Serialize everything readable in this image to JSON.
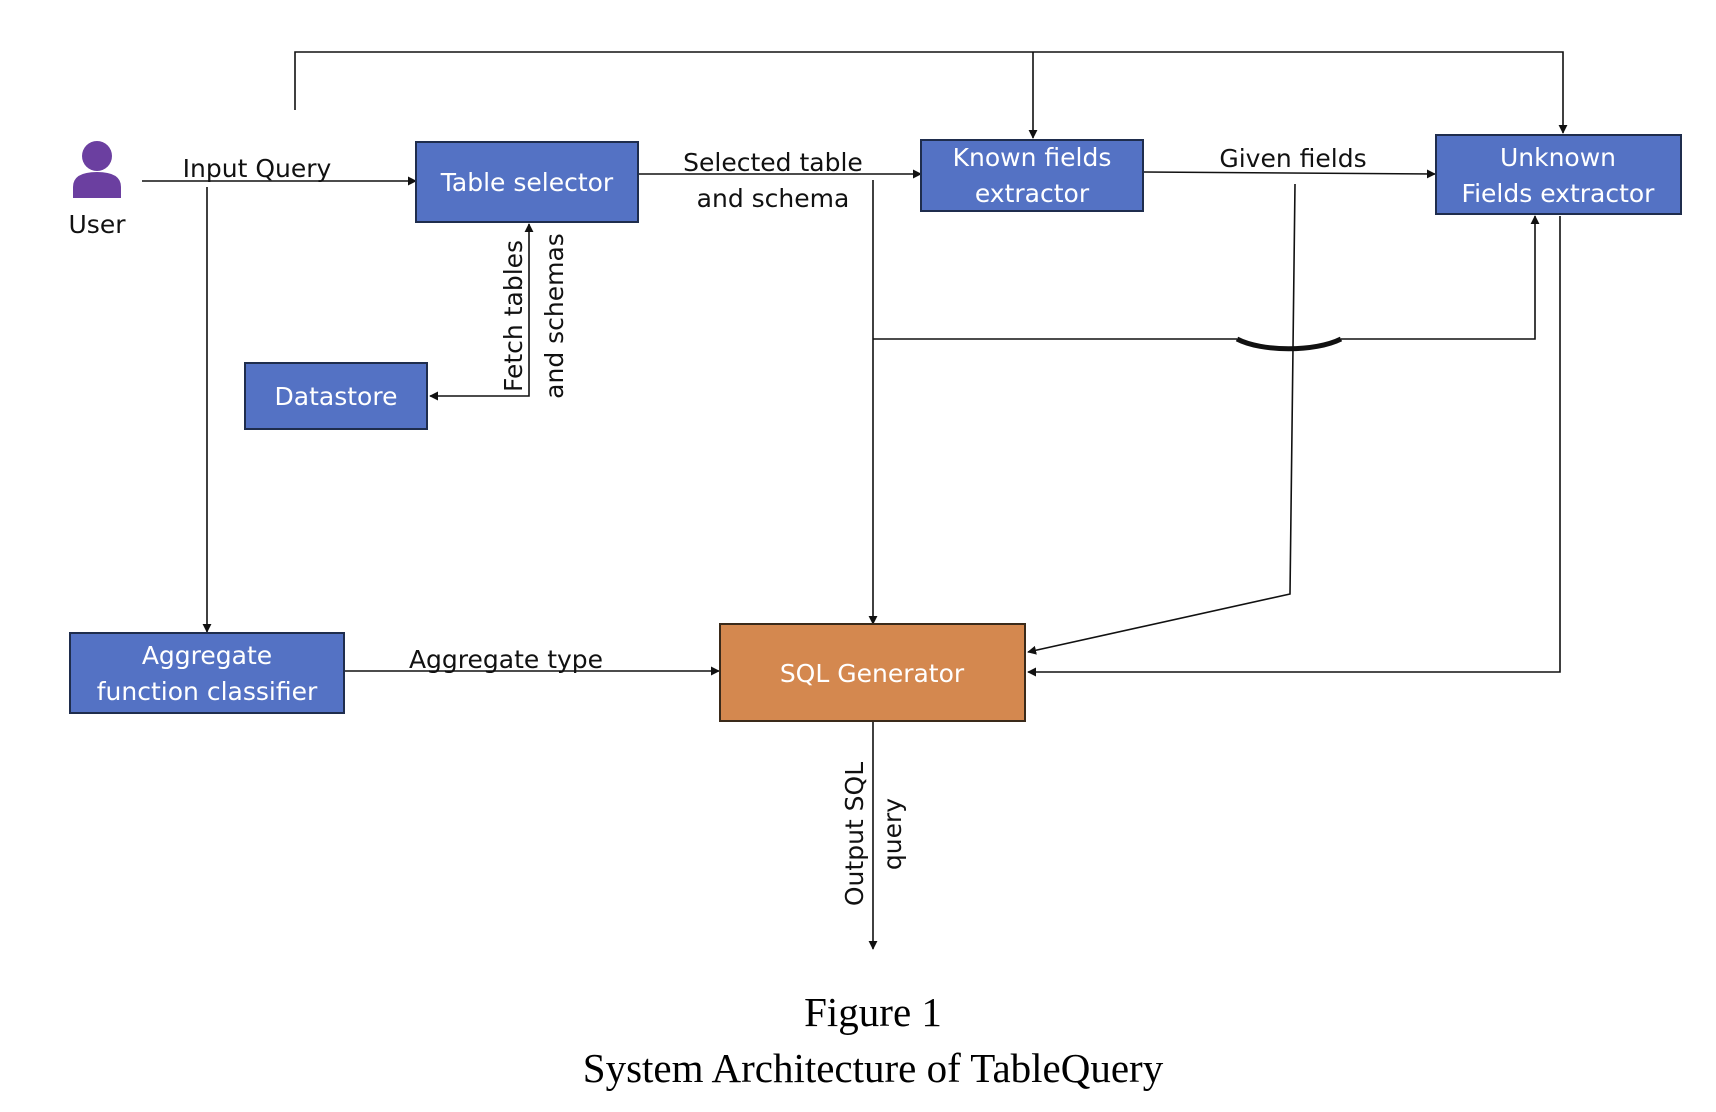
{
  "nodes": {
    "user": "User",
    "table_selector": "Table selector",
    "known_fields_1": "Known fields",
    "known_fields_2": "extractor",
    "unknown_fields_1": "Unknown",
    "unknown_fields_2": "Fields extractor",
    "datastore": "Datastore",
    "aggregate_1": "Aggregate",
    "aggregate_2": "function classifier",
    "sql_generator": "SQL Generator"
  },
  "edges": {
    "input_query": "Input Query",
    "selected_table_1": "Selected table",
    "selected_table_2": "and schema",
    "given_fields": "Given fields",
    "fetch_1": "Fetch tables",
    "fetch_2": "and schemas",
    "aggregate_type": "Aggregate type",
    "output_1": "Output SQL",
    "output_2": "query"
  },
  "caption": {
    "line1": "Figure 1",
    "line2": "System Architecture of TableQuery"
  },
  "colors": {
    "process_box": "#5472c4",
    "generator_box": "#d4884f",
    "user_icon": "#6b3fa0"
  }
}
